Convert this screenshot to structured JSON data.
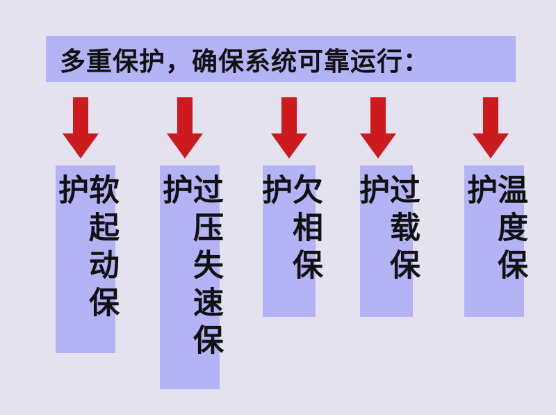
{
  "title": "多重保护，确保系统可靠运行：",
  "colors": {
    "background": "#e4e2ee",
    "box_fill": "#b3b3f5",
    "arrow": "#cc1a1f",
    "text": "#111111"
  },
  "items": [
    {
      "label": "软起动保护"
    },
    {
      "label": "过压失速保护"
    },
    {
      "label": "欠相保护"
    },
    {
      "label": "过载保护"
    },
    {
      "label": "温度保护"
    }
  ]
}
